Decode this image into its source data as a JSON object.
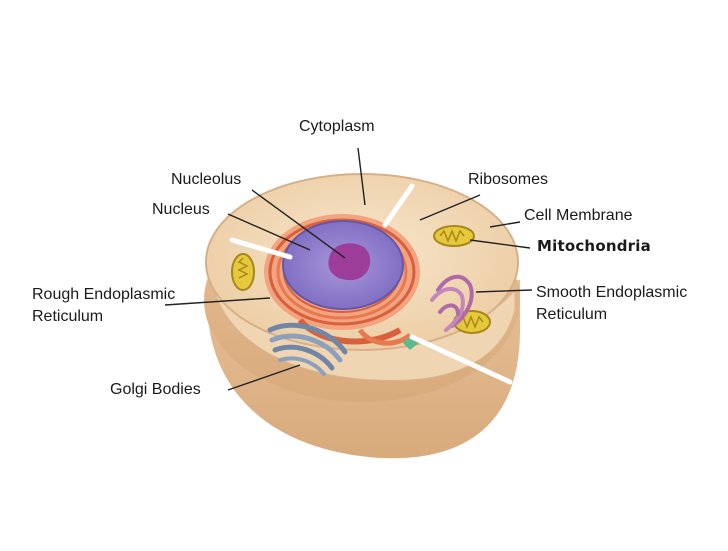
{
  "diagram": {
    "labels": {
      "cytoplasm": "Cytoplasm",
      "nucleolus": "Nucleolus",
      "ribosomes": "Ribosomes",
      "nucleus": "Nucleus",
      "cell_membrane": "Cell Membrane",
      "mitochondria": "Mitochondria",
      "rough_er_line1": "Rough Endoplasmic",
      "rough_er_line2": "Reticulum",
      "smooth_er_line1": "Smooth Endoplasmic",
      "smooth_er_line2": "Reticulum",
      "golgi": "Golgi Bodies"
    },
    "colors": {
      "cell_outer": "#e8c9a0",
      "cell_top": "#f3ddc0",
      "nucleus": "#8f7fc9",
      "nucleolus": "#9c3d9a",
      "rough_er": "#e0714a",
      "golgi": "#6f86a6",
      "mitochondria": "#e6c93a",
      "smooth_er": "#b06aa8",
      "leader": "#222222"
    }
  }
}
